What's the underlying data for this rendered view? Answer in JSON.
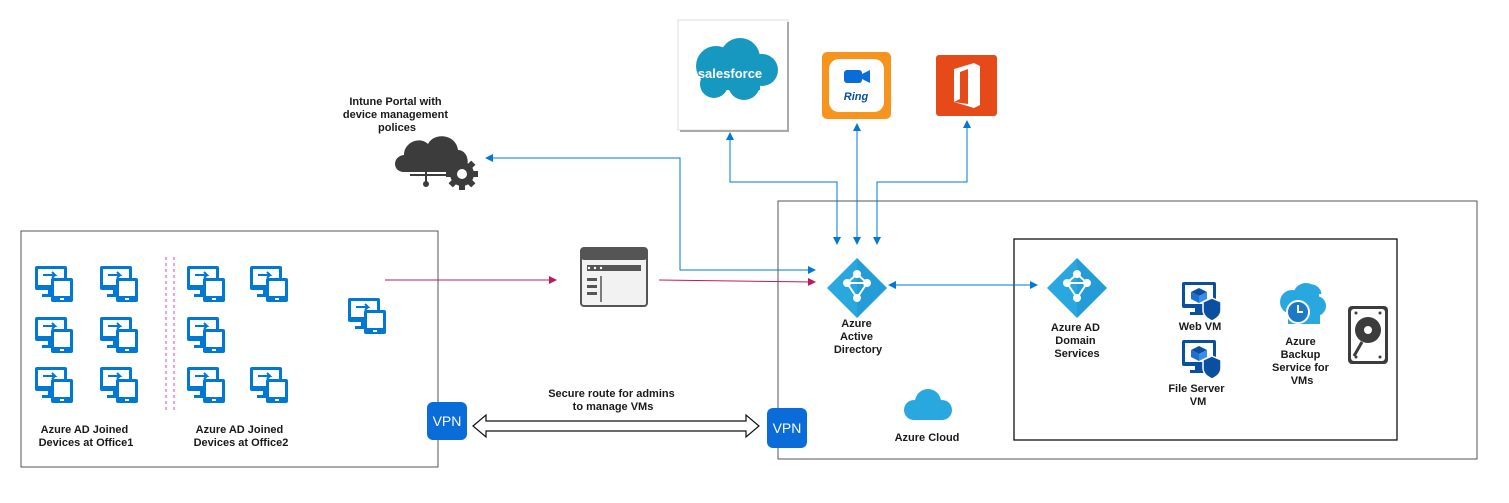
{
  "labels": {
    "intune": [
      "Intune Portal with",
      "device management",
      "polices"
    ],
    "office1": [
      "Azure AD Joined",
      "Devices at Office1"
    ],
    "office2": [
      "Azure AD Joined",
      "Devices at Office2"
    ],
    "secure_route": [
      "Secure route for admins",
      "to manage VMs"
    ],
    "aad": [
      "Azure",
      "Active",
      "Directory"
    ],
    "aadds": [
      "Azure AD",
      "Domain",
      "Services"
    ],
    "web_vm": [
      "Web VM"
    ],
    "file_vm": [
      "File Server",
      "VM"
    ],
    "backup": [
      "Azure",
      "Backup",
      "Service for",
      "VMs"
    ],
    "azure_cloud": "Azure Cloud",
    "vpn_left": "VPN",
    "vpn_right": "VPN",
    "salesforce": "salesforce",
    "ring": "Ring"
  },
  "colors": {
    "azure_blue": "#0078d4",
    "light_blue": "#29a8e0",
    "magenta": "#c2185b",
    "salesforce": "#1798c1",
    "ring_orange": "#f7941d",
    "office_red": "#e64a19",
    "vpn_blue": "#0a6cd9"
  }
}
